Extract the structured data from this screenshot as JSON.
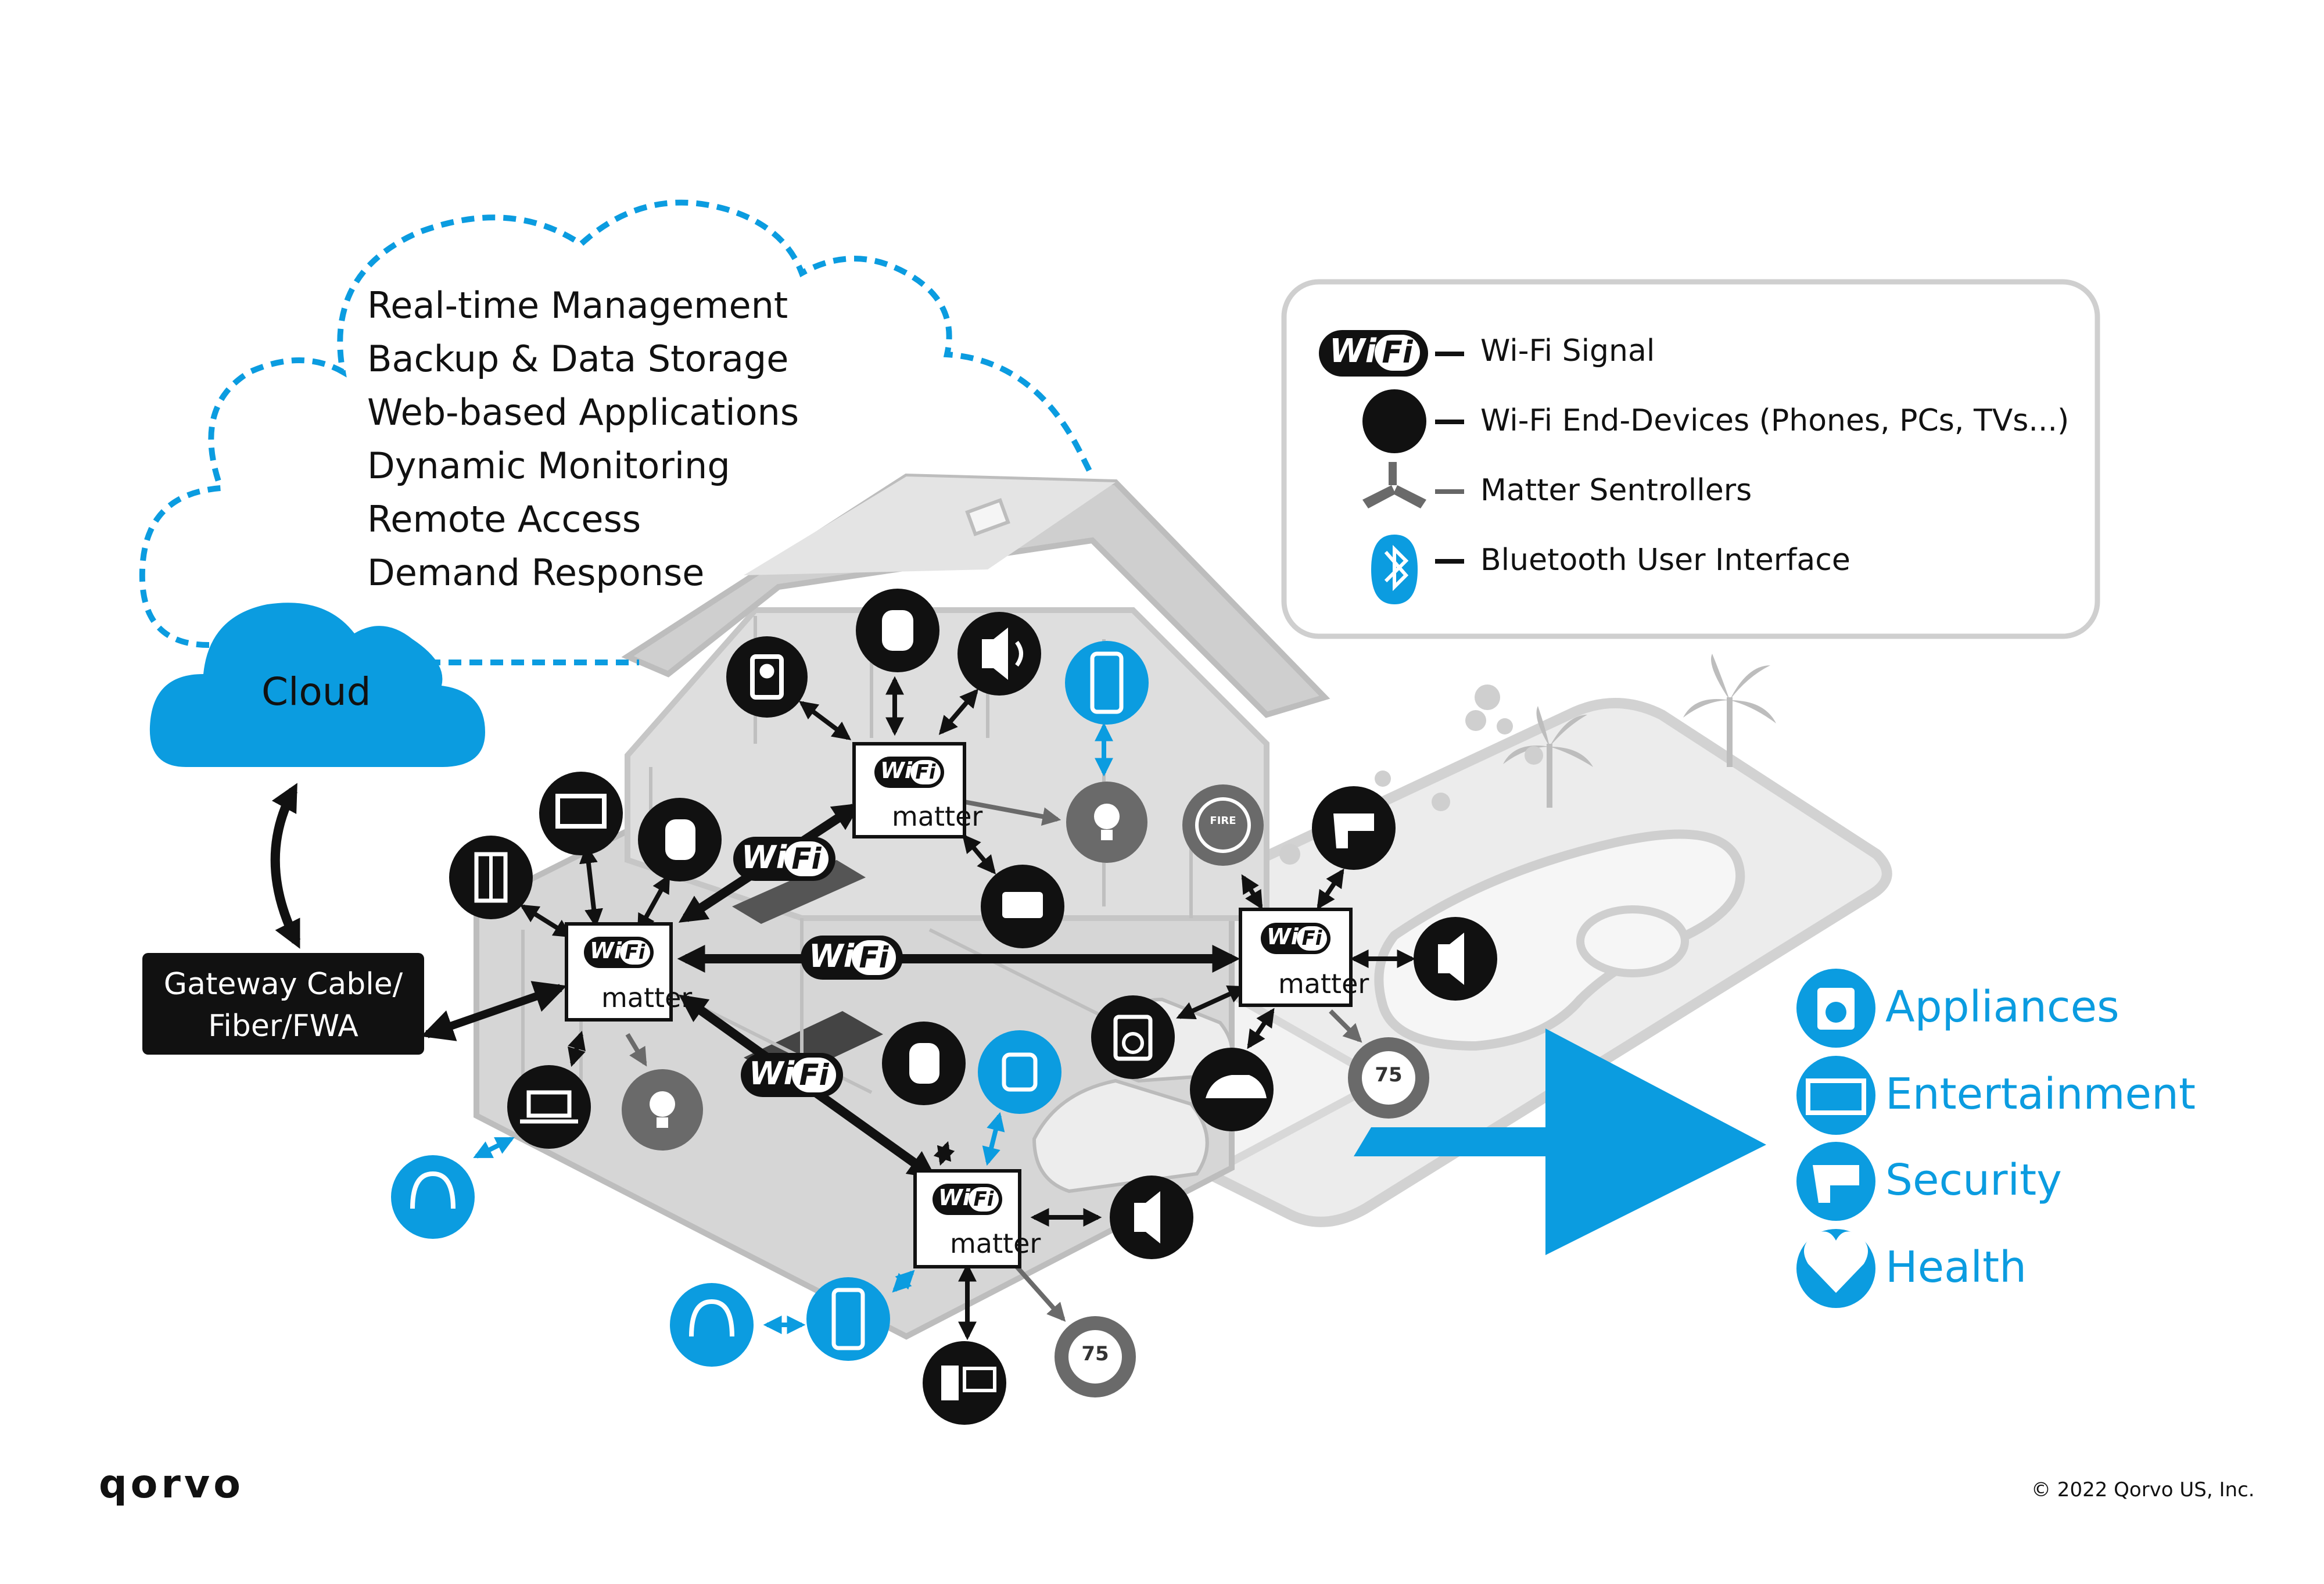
{
  "cloud": {
    "label": "Cloud",
    "services": [
      "Real-time Management",
      "Backup & Data Storage",
      "Web-based Applications",
      "Dynamic Monitoring",
      "Remote Access",
      "Demand Response"
    ]
  },
  "gateway": {
    "line1": "Gateway Cable/",
    "line2": "Fiber/FWA"
  },
  "wifi_logo": {
    "wi": "Wi",
    "fi": "Fi"
  },
  "matter_label": "matter",
  "legend": {
    "items": [
      {
        "icon": "wifi-logo-icon",
        "dash_color": "#111111",
        "label": "Wi-Fi Signal"
      },
      {
        "icon": "black-dot-icon",
        "dash_color": "#111111",
        "label": "Wi-Fi End-Devices (Phones, PCs, TVs...)"
      },
      {
        "icon": "matter-icon",
        "dash_color": "#666666",
        "label": "Matter Sentrollers"
      },
      {
        "icon": "bluetooth-icon",
        "dash_color": "#111111",
        "label": "Bluetooth User Interface"
      }
    ]
  },
  "categories": [
    {
      "icon": "washer-icon",
      "label": "Appliances"
    },
    {
      "icon": "tv-icon",
      "label": "Entertainment"
    },
    {
      "icon": "camera-icon",
      "label": "Security"
    },
    {
      "icon": "heart-icon",
      "label": "Health"
    }
  ],
  "thermostat_value": "75",
  "fire_label": "FIRE",
  "brand": "qorvo",
  "copyright": "© 2022 Qorvo US, Inc.",
  "colors": {
    "accent": "#0b9ce0",
    "dark": "#111111",
    "grey": "#6a6a6a",
    "house": "#d9d9d9"
  }
}
